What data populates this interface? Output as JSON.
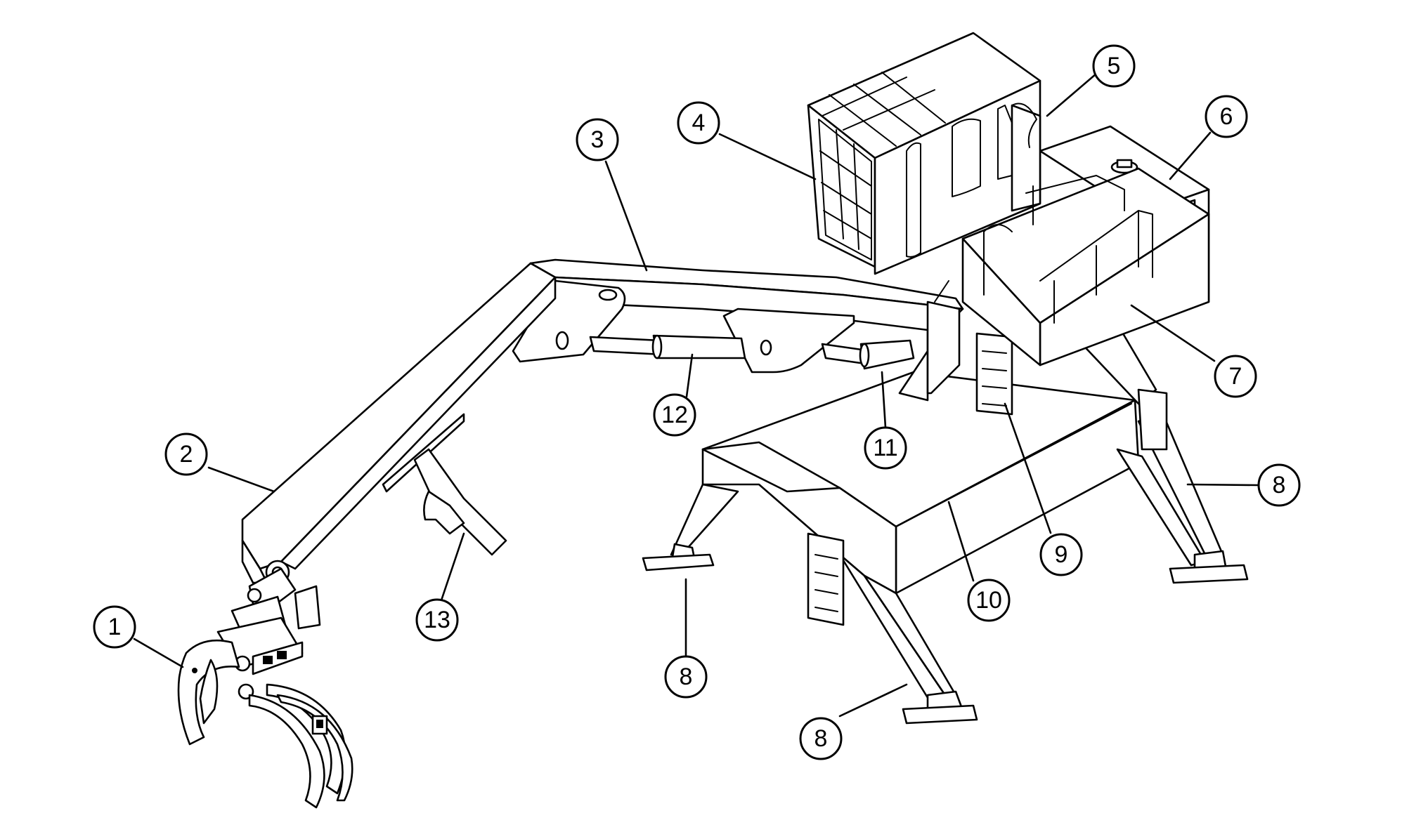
{
  "callouts": {
    "c1": "1",
    "c2": "2",
    "c3": "3",
    "c4": "4",
    "c5": "5",
    "c6": "6",
    "c7": "7",
    "c8a": "8",
    "c8b": "8",
    "c8c": "8",
    "c9": "9",
    "c10": "10",
    "c11": "11",
    "c12": "12",
    "c13": "13"
  }
}
